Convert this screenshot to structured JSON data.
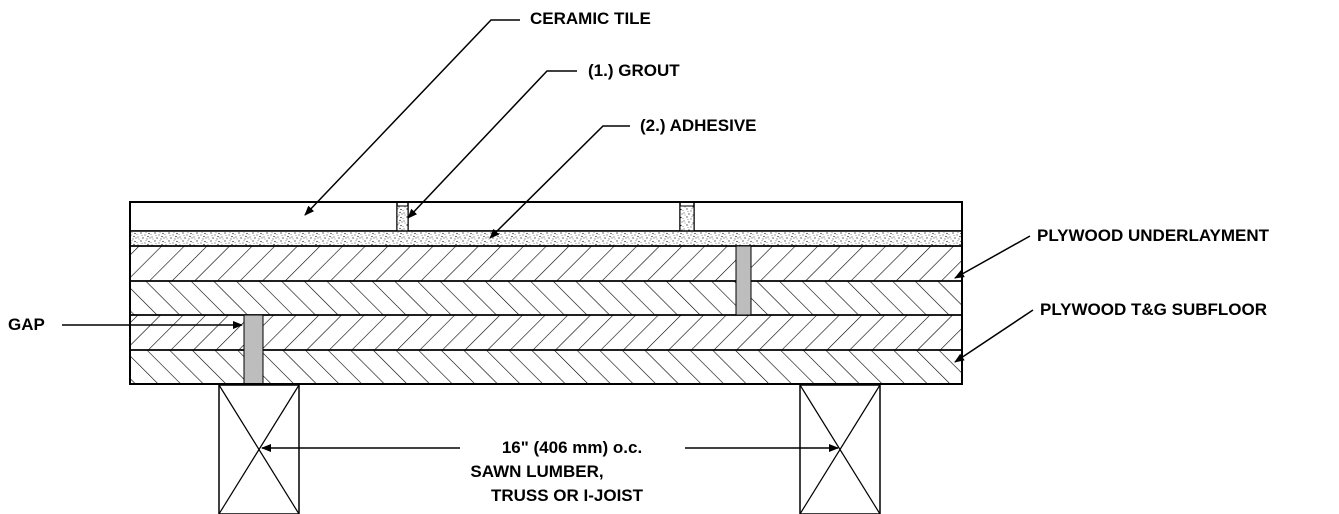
{
  "labels": {
    "ceramic_tile": "CERAMIC TILE",
    "grout": "(1.) GROUT",
    "adhesive": "(2.) ADHESIVE",
    "plywood_underlayment": "PLYWOOD UNDERLAYMENT",
    "plywood_subfloor": "PLYWOOD T&G SUBFLOOR",
    "gap": "GAP",
    "joist_spacing": "16\" (406 mm) o.c.",
    "joist_type_line1": "SAWN LUMBER,",
    "joist_type_line2": "TRUSS OR I-JOIST"
  },
  "colors": {
    "line": "#000000",
    "gap_fill": "#bdbdbd",
    "background": "#ffffff"
  }
}
